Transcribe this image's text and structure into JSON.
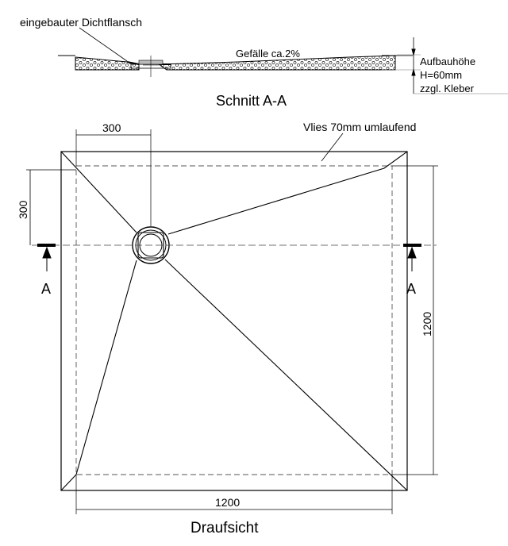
{
  "section": {
    "flange_label": "eingebauter Dichtflansch",
    "slope_label": "Gefälle ca.2%",
    "height_label_1": "Aufbauhöhe",
    "height_label_2": "H=60mm",
    "height_label_3": "zzgl. Kleber",
    "title": "Schnitt A-A"
  },
  "plan": {
    "fleece_label": "Vlies 70mm umlaufend",
    "dim_top": "300",
    "dim_left": "300",
    "dim_right": "1200",
    "dim_bottom": "1200",
    "section_marker_left": "A",
    "section_marker_right": "A",
    "title": "Draufsicht"
  }
}
